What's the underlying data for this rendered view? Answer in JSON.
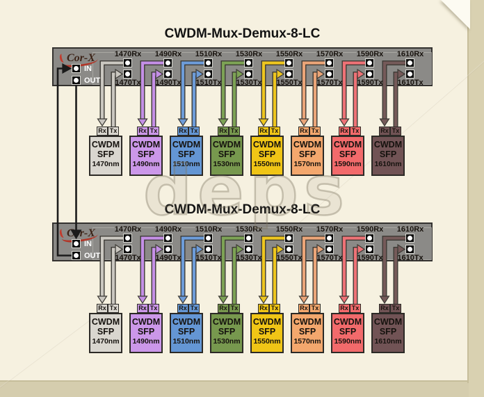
{
  "watermark": "deps",
  "palette": {
    "page_bg": "#d9d1b1",
    "card_bg": "#f6f1e0",
    "panel_bg": "#8b8a87",
    "panel_border": "#343230",
    "wire_outline": "#3c3a35",
    "black_wire": "#1b1b1b",
    "title_color": "#121212",
    "inout_label_color": "#ffffff",
    "logo_text_color": "#3c2418",
    "logo_accent_color": "#c23b2c"
  },
  "devices": [
    {
      "title": "CWDM-Mux-Demux-8-LC",
      "brand": "Cor-X",
      "in_label": "IN",
      "out_label": "OUT",
      "channels": [
        {
          "wavelength": "1470nm",
          "rx_label": "1470Rx",
          "tx_label": "1470Tx",
          "conn_rx": "Rx",
          "conn_tx": "Tx",
          "sfp_line1": "CWDM",
          "sfp_line2": "SFP",
          "sfp_line3": "1470nm",
          "body_color": "#d9d6cf",
          "wire_color": "#cac7c0"
        },
        {
          "wavelength": "1490nm",
          "rx_label": "1490Rx",
          "tx_label": "1490Tx",
          "conn_rx": "Rx",
          "conn_tx": "Tx",
          "sfp_line1": "CWDM",
          "sfp_line2": "SFP",
          "sfp_line3": "1490nm",
          "body_color": "#cb97e9",
          "wire_color": "#c48fe6"
        },
        {
          "wavelength": "1510nm",
          "rx_label": "1510Rx",
          "tx_label": "1510Tx",
          "conn_rx": "Rx",
          "conn_tx": "Tx",
          "sfp_line1": "CWDM",
          "sfp_line2": "SFP",
          "sfp_line3": "1510nm",
          "body_color": "#6496d4",
          "wire_color": "#6d9cd9"
        },
        {
          "wavelength": "1530nm",
          "rx_label": "1530Rx",
          "tx_label": "1530Tx",
          "conn_rx": "Rx",
          "conn_tx": "Tx",
          "sfp_line1": "CWDM",
          "sfp_line2": "SFP",
          "sfp_line3": "1530nm",
          "body_color": "#77984e",
          "wire_color": "#7da355"
        },
        {
          "wavelength": "1550nm",
          "rx_label": "1550Rx",
          "tx_label": "1550Tx",
          "conn_rx": "Rx",
          "conn_tx": "Tx",
          "sfp_line1": "CWDM",
          "sfp_line2": "SFP",
          "sfp_line3": "1550nm",
          "body_color": "#f0c516",
          "wire_color": "#eec61f"
        },
        {
          "wavelength": "1570nm",
          "rx_label": "1570Rx",
          "tx_label": "1570Tx",
          "conn_rx": "Rx",
          "conn_tx": "Tx",
          "sfp_line1": "CWDM",
          "sfp_line2": "SFP",
          "sfp_line3": "1570nm",
          "body_color": "#f3a76d",
          "wire_color": "#eba578"
        },
        {
          "wavelength": "1590nm",
          "rx_label": "1590Rx",
          "tx_label": "1590Tx",
          "conn_rx": "Rx",
          "conn_tx": "Tx",
          "sfp_line1": "CWDM",
          "sfp_line2": "SFP",
          "sfp_line3": "1590nm",
          "body_color": "#f26a6b",
          "wire_color": "#ee7276"
        },
        {
          "wavelength": "1610nm",
          "rx_label": "1610Rx",
          "tx_label": "1610Tx",
          "conn_rx": "Rx",
          "conn_tx": "Tx",
          "sfp_line1": "CWDM",
          "sfp_line2": "SFP",
          "sfp_line3": "1610nm",
          "body_color": "#715355",
          "wire_color": "#755a59"
        }
      ]
    },
    {
      "title": "CWDM-Mux-Demux-8-LC",
      "brand": "Cor-X",
      "in_label": "IN",
      "out_label": "OUT",
      "channels": [
        {
          "wavelength": "1470nm",
          "rx_label": "1470Rx",
          "tx_label": "1470Tx",
          "conn_rx": "Rx",
          "conn_tx": "Tx",
          "sfp_line1": "CWDM",
          "sfp_line2": "SFP",
          "sfp_line3": "1470nm",
          "body_color": "#d9d6cf",
          "wire_color": "#cac7c0"
        },
        {
          "wavelength": "1490nm",
          "rx_label": "1490Rx",
          "tx_label": "1490Tx",
          "conn_rx": "Rx",
          "conn_tx": "Tx",
          "sfp_line1": "CWDM",
          "sfp_line2": "SFP",
          "sfp_line3": "1490nm",
          "body_color": "#cb97e9",
          "wire_color": "#c48fe6"
        },
        {
          "wavelength": "1510nm",
          "rx_label": "1510Rx",
          "tx_label": "1510Tx",
          "conn_rx": "Rx",
          "conn_tx": "Tx",
          "sfp_line1": "CWDM",
          "sfp_line2": "SFP",
          "sfp_line3": "1510nm",
          "body_color": "#6496d4",
          "wire_color": "#6d9cd9"
        },
        {
          "wavelength": "1530nm",
          "rx_label": "1530Rx",
          "tx_label": "1530Tx",
          "conn_rx": "Rx",
          "conn_tx": "Tx",
          "sfp_line1": "CWDM",
          "sfp_line2": "SFP",
          "sfp_line3": "1530nm",
          "body_color": "#77984e",
          "wire_color": "#7da355"
        },
        {
          "wavelength": "1550nm",
          "rx_label": "1550Rx",
          "tx_label": "1550Tx",
          "conn_rx": "Rx",
          "conn_tx": "Tx",
          "sfp_line1": "CWDM",
          "sfp_line2": "SFP",
          "sfp_line3": "1550nm",
          "body_color": "#f0c516",
          "wire_color": "#eec61f"
        },
        {
          "wavelength": "1570nm",
          "rx_label": "1570Rx",
          "tx_label": "1570Tx",
          "conn_rx": "Rx",
          "conn_tx": "Tx",
          "sfp_line1": "CWDM",
          "sfp_line2": "SFP",
          "sfp_line3": "1570nm",
          "body_color": "#f3a76d",
          "wire_color": "#eba578"
        },
        {
          "wavelength": "1590nm",
          "rx_label": "1590Rx",
          "tx_label": "1590Tx",
          "conn_rx": "Rx",
          "conn_tx": "Tx",
          "sfp_line1": "CWDM",
          "sfp_line2": "SFP",
          "sfp_line3": "1590nm",
          "body_color": "#f26a6b",
          "wire_color": "#ee7276"
        },
        {
          "wavelength": "1610nm",
          "rx_label": "1610Rx",
          "tx_label": "1610Tx",
          "conn_rx": "Rx",
          "conn_tx": "Tx",
          "sfp_line1": "CWDM",
          "sfp_line2": "SFP",
          "sfp_line3": "1610nm",
          "body_color": "#715355",
          "wire_color": "#755a59"
        }
      ]
    }
  ]
}
